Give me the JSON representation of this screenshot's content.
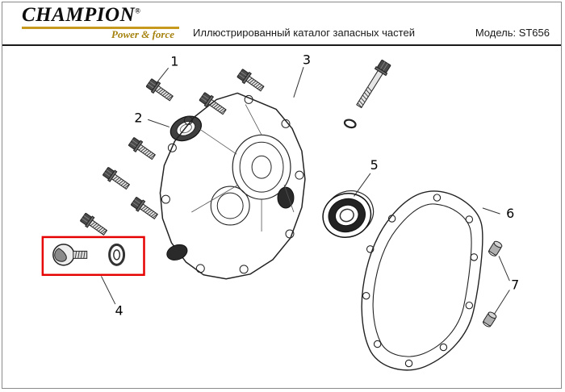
{
  "header": {
    "brand": "CHAMPION",
    "registered": "®",
    "tagline": "Power & force",
    "title": "Иллюстрированный каталог запасных частей",
    "model": "Модель: ST656"
  },
  "diagram": {
    "highlight_color": "#e60000",
    "callouts": [
      {
        "number": "1"
      },
      {
        "number": "2"
      },
      {
        "number": "3"
      },
      {
        "number": "4"
      },
      {
        "number": "5"
      },
      {
        "number": "6"
      },
      {
        "number": "7"
      }
    ]
  }
}
